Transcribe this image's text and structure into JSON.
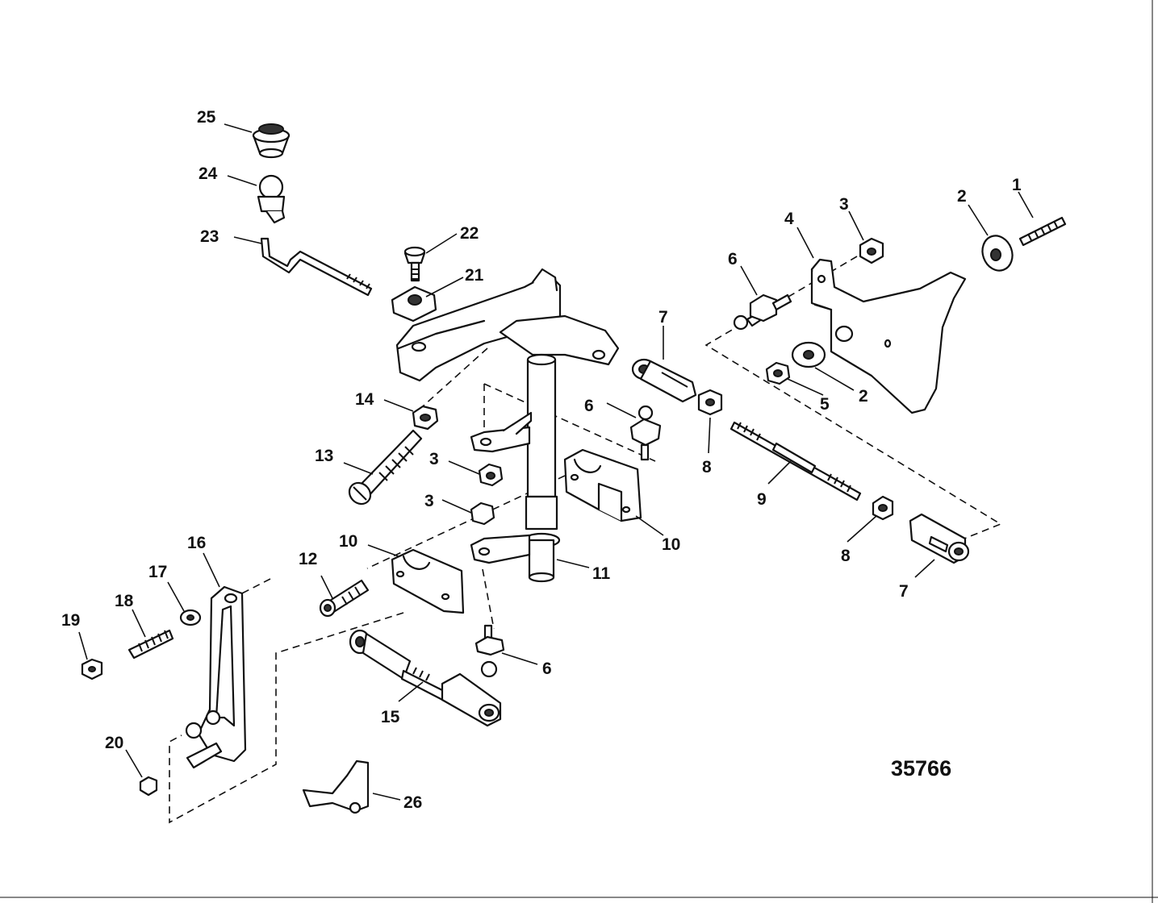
{
  "diagram_id": "35766",
  "callouts": [
    "1",
    "2",
    "3",
    "4",
    "6",
    "5",
    "2",
    "7",
    "6",
    "8",
    "9",
    "8",
    "7",
    "25",
    "24",
    "23",
    "22",
    "21",
    "14",
    "13",
    "3",
    "3",
    "10",
    "10",
    "11",
    "12",
    "16",
    "17",
    "18",
    "19",
    "20",
    "15",
    "6",
    "26"
  ]
}
